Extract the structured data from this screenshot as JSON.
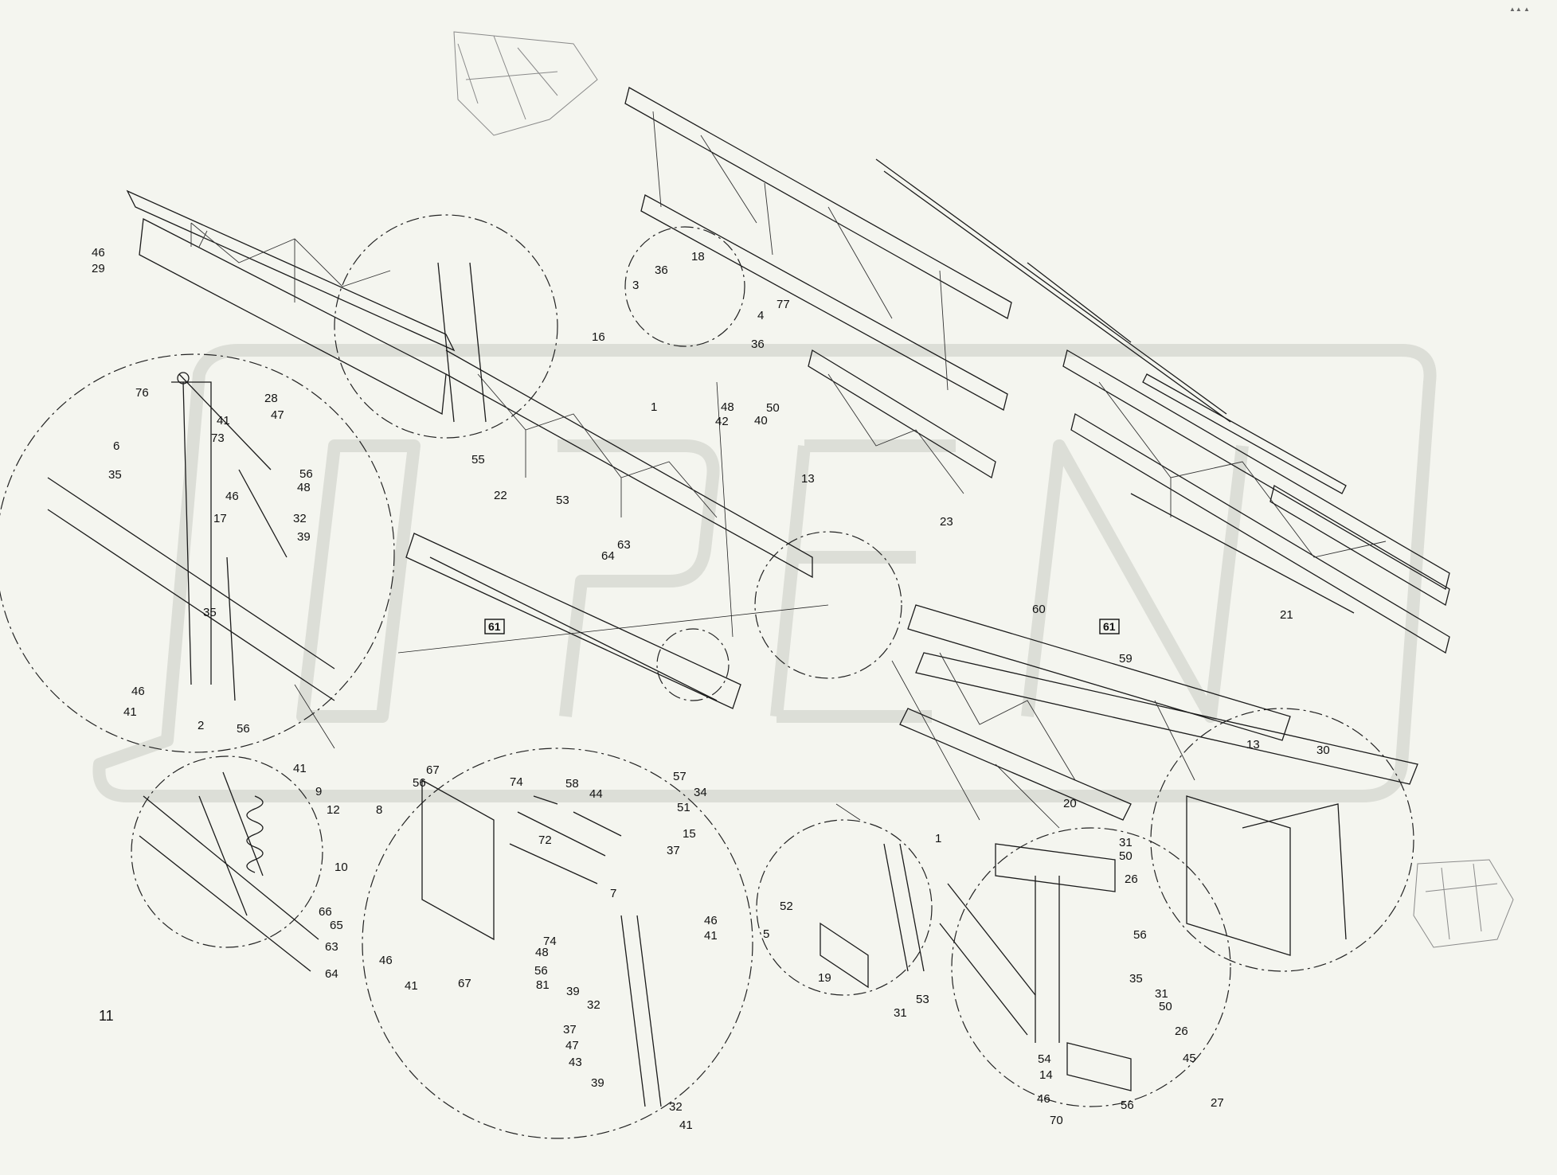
{
  "watermark": {
    "text": "OPEN"
  },
  "corner_mark": "▲▲ ▲",
  "page_number": "11",
  "boxed_refs": [
    "61",
    "61"
  ],
  "callouts": [
    "46",
    "29",
    "76",
    "6",
    "28",
    "47",
    "41",
    "73",
    "56",
    "48",
    "35",
    "46",
    "17",
    "32",
    "39",
    "35",
    "46",
    "41",
    "2",
    "56",
    "3",
    "36",
    "4",
    "36",
    "16",
    "48",
    "50",
    "42",
    "40",
    "18",
    "77",
    "1",
    "55",
    "22",
    "53",
    "63",
    "64",
    "13",
    "23",
    "21",
    "60",
    "59",
    "13",
    "30",
    "20",
    "41",
    "9",
    "12",
    "10",
    "67",
    "56",
    "8",
    "74",
    "58",
    "44",
    "57",
    "34",
    "51",
    "15",
    "72",
    "37",
    "66",
    "65",
    "63",
    "64",
    "46",
    "41",
    "67",
    "74",
    "48",
    "56",
    "81",
    "39",
    "32",
    "46",
    "41",
    "7",
    "37",
    "47",
    "43",
    "39",
    "32",
    "41",
    "1",
    "52",
    "5",
    "19",
    "53",
    "31",
    "31",
    "50",
    "26",
    "56",
    "35",
    "31",
    "50",
    "26",
    "45",
    "54",
    "14",
    "27",
    "46",
    "56",
    "70"
  ],
  "colors": {
    "background": "#f4f5ef",
    "ink": "#1b1b1b",
    "watermark": "#c9cbc3"
  }
}
